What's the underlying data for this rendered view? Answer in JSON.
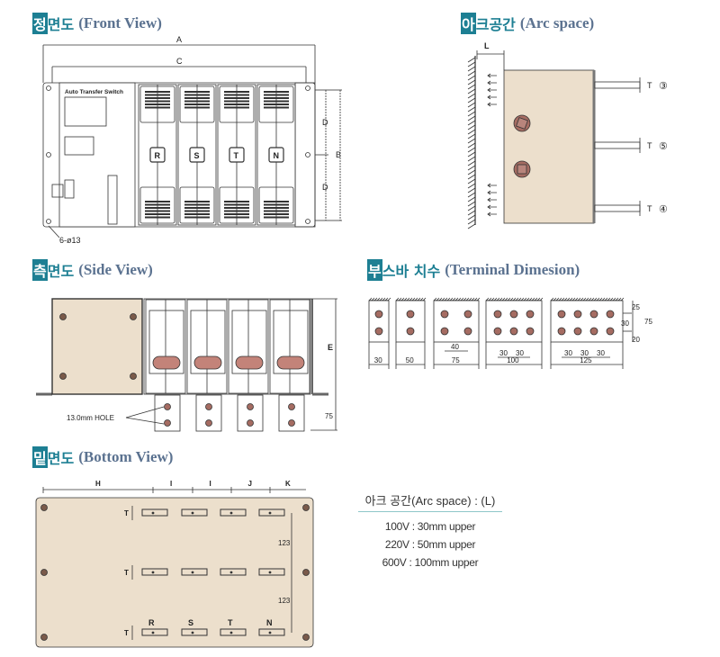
{
  "titles": {
    "front": {
      "k1": "정",
      "k2": "면도",
      "en": "(Front View)"
    },
    "arc": {
      "k1": "아",
      "k2": "크공간",
      "en": "(Arc space)"
    },
    "side": {
      "k1": "측",
      "k2": "면도",
      "en": "(Side View)"
    },
    "terminal": {
      "k1": "부",
      "k2": "스바 치수",
      "en": "(Terminal Dimesion)"
    },
    "bottom": {
      "k1": "밑",
      "k2": "면도",
      "en": "(Bottom View)"
    }
  },
  "front_view": {
    "dim_a": "A",
    "dim_b": "B",
    "dim_c": "C",
    "dim_d": "D",
    "panel_title": "Auto Transfer Switch",
    "phases": [
      "R",
      "S",
      "T",
      "N"
    ],
    "hole_note": "6-ø13"
  },
  "arc_view": {
    "dim_l": "L",
    "terminals": [
      {
        "label": "T",
        "num": "③"
      },
      {
        "label": "T",
        "num": "⑤"
      },
      {
        "label": "T",
        "num": "④"
      }
    ]
  },
  "side_view": {
    "dim_e": "E",
    "dim_bar": "75",
    "hole_note": "13.0mm HOLE"
  },
  "terminal_dims": {
    "widths": [
      "30",
      "50",
      "75",
      "100",
      "125"
    ],
    "pitch_75": "40",
    "pitch_100": [
      "30",
      "30"
    ],
    "pitch_125": [
      "30",
      "30",
      "30"
    ],
    "vertical": {
      "top": "25",
      "mid": "30",
      "bottom": "20",
      "total": "75"
    }
  },
  "bottom_view": {
    "dims": [
      "H",
      "I",
      "I",
      "J",
      "K"
    ],
    "row_pitch": [
      "123",
      "123"
    ],
    "t_label": "T",
    "phases": [
      "R",
      "S",
      "T",
      "N"
    ]
  },
  "arc_space": {
    "heading": "아크 공간(Arc space) : (L)",
    "rows": [
      "100V : 30mm upper",
      "220V : 50mm upper",
      "600V : 100mm upper"
    ]
  },
  "colors": {
    "accent": "#1d7f93",
    "body": "#ecdfcc",
    "terminal": "#a56c62"
  }
}
